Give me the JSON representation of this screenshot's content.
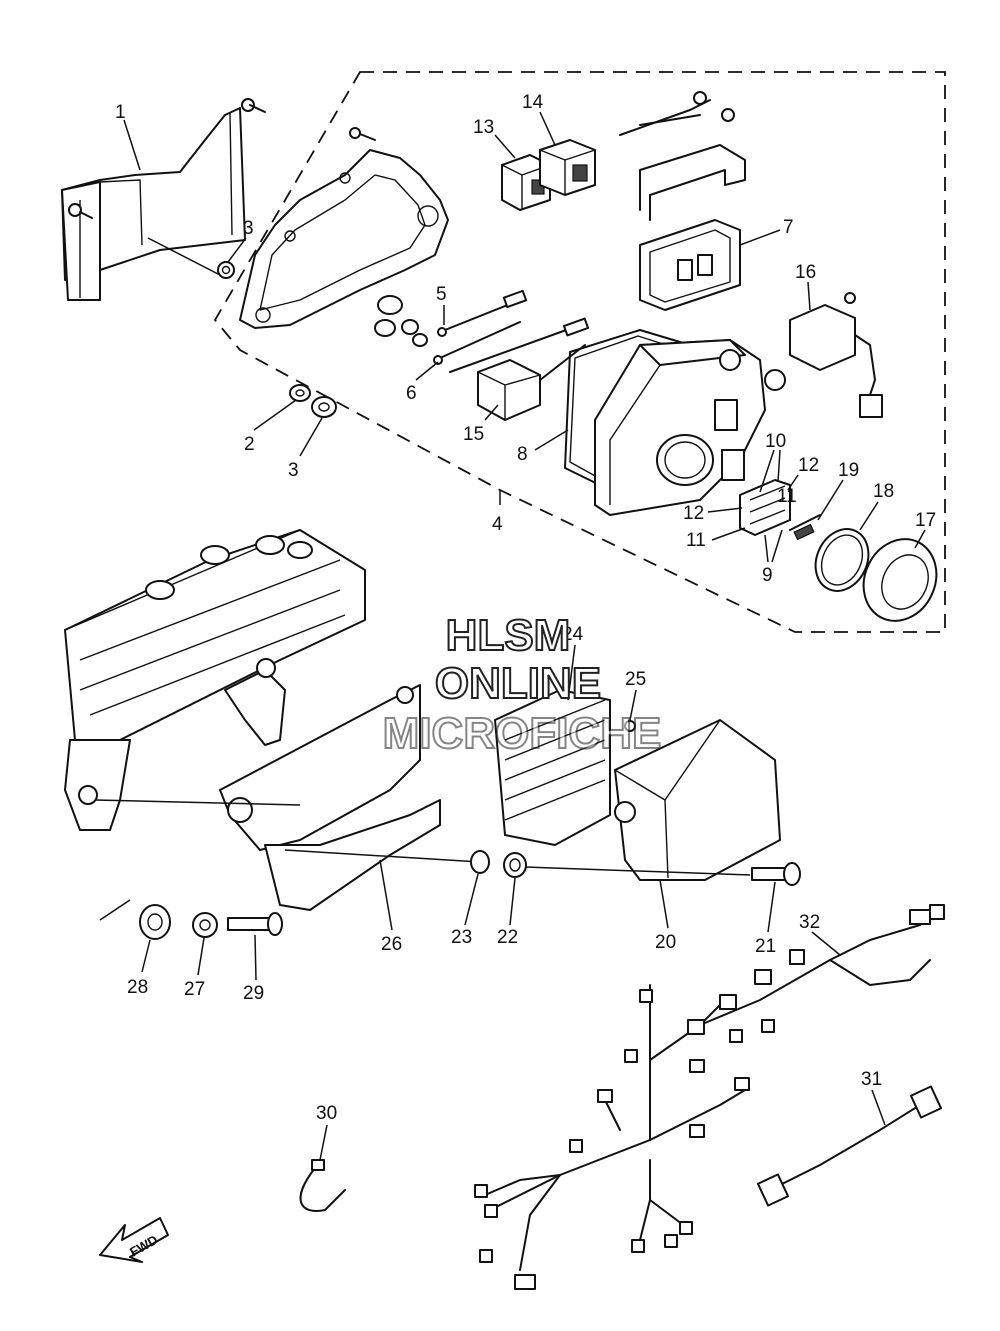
{
  "watermark": {
    "line1": "HLSM",
    "line2": "ONLINE",
    "line3": "MICROFICHE"
  },
  "direction_label": "FWD",
  "callouts": [
    "1",
    "2",
    "3",
    "3",
    "4",
    "5",
    "6",
    "7",
    "8",
    "9",
    "10",
    "11",
    "11",
    "12",
    "12",
    "13",
    "14",
    "15",
    "16",
    "17",
    "18",
    "19",
    "20",
    "21",
    "22",
    "23",
    "24",
    "25",
    "26",
    "27",
    "28",
    "29",
    "30",
    "31",
    "32"
  ]
}
